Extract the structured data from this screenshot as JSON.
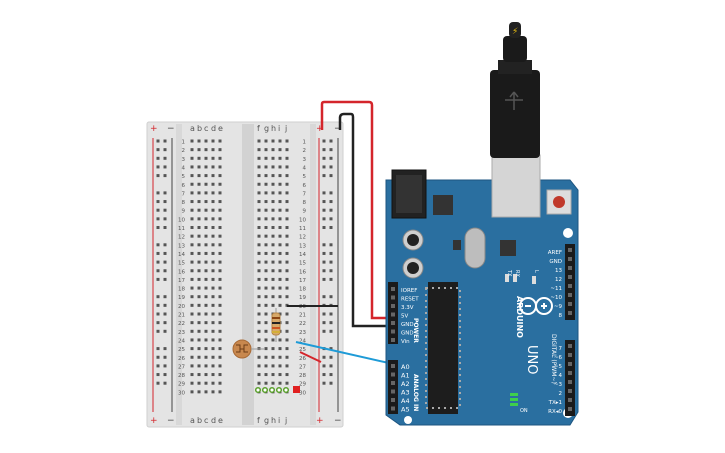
{
  "breadboard": {
    "column_letters_left": [
      "a",
      "b",
      "c",
      "d",
      "e"
    ],
    "column_letters_right": [
      "f",
      "g",
      "h",
      "i",
      "j"
    ],
    "rail_plus": "+",
    "rail_minus": "−",
    "row_count": 30
  },
  "arduino": {
    "brand": "ARDUINO",
    "model": "UNO",
    "power_header_label": "POWER",
    "analog_header_label": "ANALOG IN",
    "digital_header_label": "DIGITAL (PWM~)",
    "power_pins": [
      "IOREF",
      "RESET",
      "3.3V",
      "5V",
      "GND",
      "GND",
      "Vin"
    ],
    "analog_pins": [
      "A0",
      "A1",
      "A2",
      "A3",
      "A4",
      "A5"
    ],
    "digital_top_pins": [
      "AREF",
      "GND",
      "13",
      "12",
      "~11",
      "~10",
      "~9",
      "8"
    ],
    "digital_bottom_pins": [
      "7",
      "~6",
      "~5",
      "4",
      "~3",
      "2",
      "TX▸1",
      "RX◂0"
    ],
    "led_labels": [
      "TX",
      "RX",
      "L"
    ],
    "on_label": "ON"
  },
  "usb_plug_icon": "lightning-icon",
  "colors": {
    "arduino_board": "#2a6fa0",
    "wire_red": "#d4252b",
    "wire_black": "#222222",
    "wire_blue": "#1e9bd7",
    "breadboard": "#e6e6e6"
  }
}
